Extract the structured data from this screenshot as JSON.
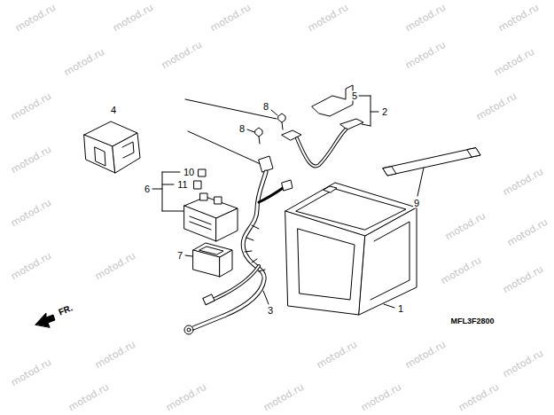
{
  "diagram": {
    "labels": [
      "4",
      "5",
      "2",
      "8",
      "8",
      "10",
      "11",
      "6",
      "7",
      "9",
      "1",
      "3",
      "FR.",
      "MFL3F2800",
      "motod.ru",
      "motod.ru",
      "motod.ru",
      "motod.ru",
      "motod.ru",
      "motod.ru",
      "motod.ru",
      "motod.ru",
      "motod.ru",
      "motod.ru",
      "motod.ru",
      "motod.ru",
      "motod.ru",
      "motod.ru",
      "motod.ru",
      "motod.ru",
      "motod.ru",
      "motod.ru",
      "motod.ru",
      "motod.ru",
      "motod.ru",
      "motod.ru",
      "motod.ru",
      "motod.ru",
      "motod.ru",
      "motod.ru",
      "motod.ru",
      "motod.ru",
      "motod.ru",
      "motod.ru",
      "motod.ru"
    ]
  }
}
